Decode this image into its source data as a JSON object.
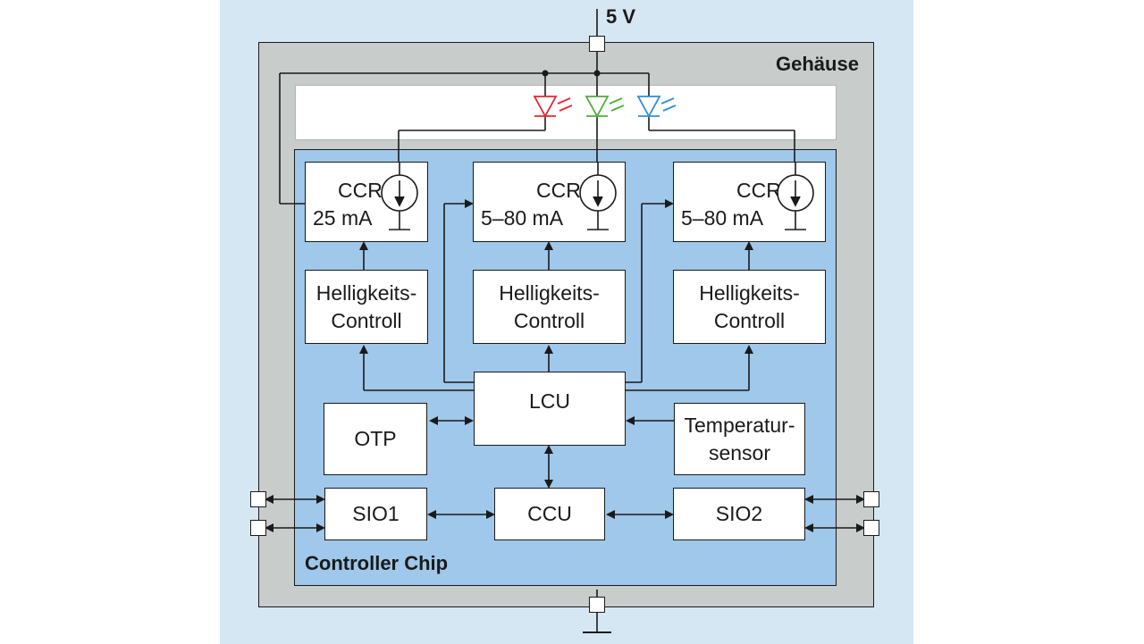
{
  "labels": {
    "supply": "5 V",
    "housing": "Gehäuse",
    "chip": "Controller Chip"
  },
  "ccr": [
    {
      "name": "CCR",
      "current": "25 mA"
    },
    {
      "name": "CCR",
      "current": "5–80 mA"
    },
    {
      "name": "CCR",
      "current": "5–80 mA"
    }
  ],
  "brightness": [
    {
      "line1": "Helligkeits-",
      "line2": "Controll"
    },
    {
      "line1": "Helligkeits-",
      "line2": "Controll"
    },
    {
      "line1": "Helligkeits-",
      "line2": "Controll"
    }
  ],
  "blocks": {
    "lcu": "LCU",
    "otp": "OTP",
    "temp_line1": "Temperatur-",
    "temp_line2": "sensor",
    "sio1": "SIO1",
    "ccu": "CCU",
    "sio2": "SIO2"
  },
  "colors": {
    "panel_bg": "#d6e7f4",
    "housing": "#c8cccb",
    "chip": "#9fc8ea",
    "led_red": "#e3282e",
    "led_green": "#4fae3b",
    "led_blue": "#2f8fd6"
  }
}
